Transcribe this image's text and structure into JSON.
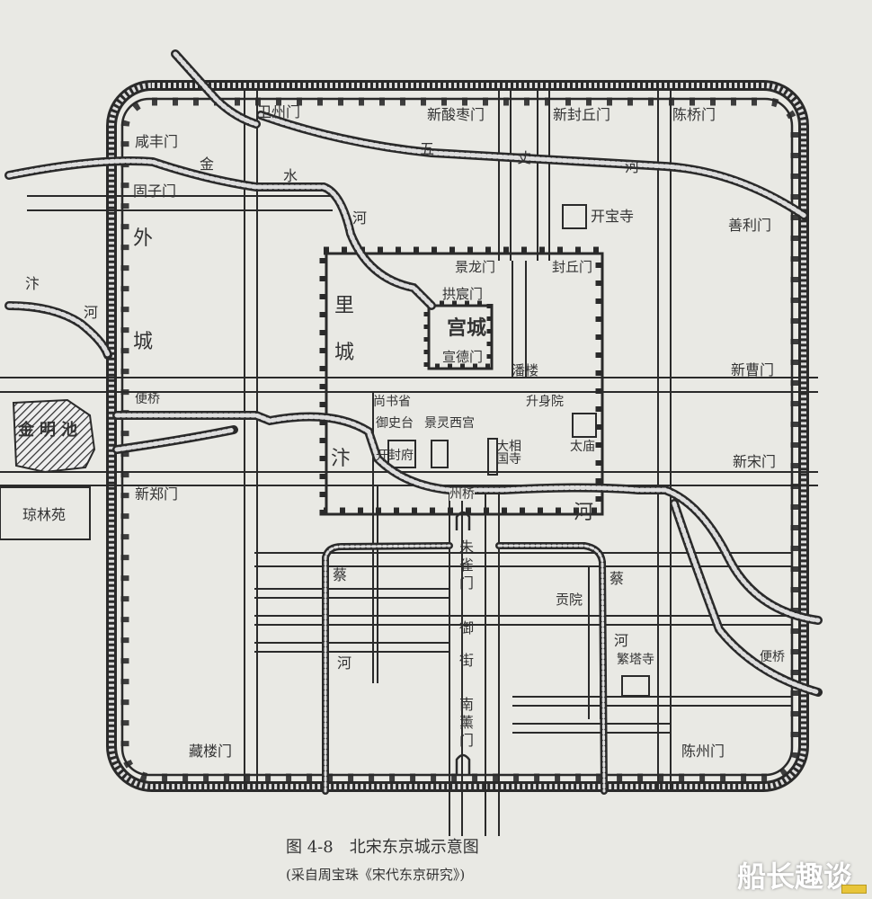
{
  "figure": {
    "caption": "图 4-8　北宋东京城示意图",
    "source": "(采自周宝珠《宋代东京研究》)",
    "watermark": "船长趣谈"
  },
  "walls": {
    "outer_city": "外城",
    "outer_city_chars": [
      "外",
      "城"
    ],
    "inner_city": "里城",
    "inner_city_chars": [
      "里",
      "城"
    ],
    "palace_city": "宫城"
  },
  "gates": {
    "outer": [
      "卫州门",
      "新酸枣门",
      "新封丘门",
      "陈桥门",
      "咸丰门",
      "固子门",
      "善利门",
      "新曹门",
      "新宋门",
      "新郑门",
      "藏楼门",
      "南薰门",
      "陈州门"
    ],
    "inner": [
      "景龙门",
      "封丘门",
      "朱雀门"
    ],
    "palace": [
      "拱宸门",
      "宣德门"
    ]
  },
  "rivers": {
    "jinshui": [
      "金",
      "水",
      "河"
    ],
    "wuzhang": [
      "五",
      "丈",
      "河"
    ],
    "bian_outer": [
      "汴",
      "河"
    ],
    "bian_inner": "汴",
    "bian_he": "河",
    "cai_left": [
      "蔡",
      "河"
    ],
    "cai_right": [
      "蔡",
      "河"
    ]
  },
  "landmarks": {
    "kaibao_temple": "开宝寺",
    "panlou": "潘楼",
    "shangshu": "尚书省",
    "yushitai": "御史台",
    "jingling": "景灵西宫",
    "kaifeng_fu": "开封府",
    "shengshen": "升身院",
    "xiangguo": "大相国寺",
    "taimiao": "太庙",
    "zhouqiao": "州桥",
    "yujie": "御街",
    "gongyuan": "贡院",
    "fanta": "繁塔寺",
    "jinming": "金明池",
    "qionglin": "琼林苑",
    "bianqiao_w": "便桥",
    "bianqiao_e": "便桥"
  },
  "colors": {
    "paper": "#e9e9e4",
    "ink": "#2a2a2a"
  }
}
